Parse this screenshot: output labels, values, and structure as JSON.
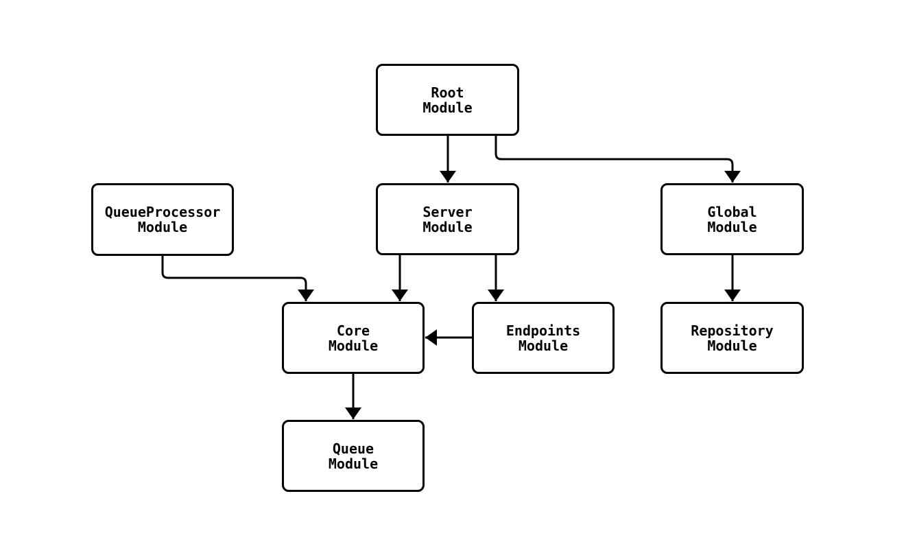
{
  "diagram": {
    "colors": {
      "background": "#ffffff",
      "node_fill": "#ffffff",
      "stroke": "#000000",
      "text": "#000000"
    },
    "nodes": [
      {
        "id": "root",
        "label": "Root\nModule"
      },
      {
        "id": "queueprocessor",
        "label": "QueueProcessor\nModule"
      },
      {
        "id": "server",
        "label": "Server\nModule"
      },
      {
        "id": "global",
        "label": "Global\nModule"
      },
      {
        "id": "core",
        "label": "Core\nModule"
      },
      {
        "id": "endpoints",
        "label": "Endpoints\nModule"
      },
      {
        "id": "repository",
        "label": "Repository\nModule"
      },
      {
        "id": "queue",
        "label": "Queue\nModule"
      }
    ],
    "edges": [
      {
        "from": "root",
        "to": "server"
      },
      {
        "from": "root",
        "to": "global"
      },
      {
        "from": "queueprocessor",
        "to": "core"
      },
      {
        "from": "server",
        "to": "core"
      },
      {
        "from": "server",
        "to": "endpoints"
      },
      {
        "from": "endpoints",
        "to": "core"
      },
      {
        "from": "global",
        "to": "repository"
      },
      {
        "from": "core",
        "to": "queue"
      }
    ]
  }
}
